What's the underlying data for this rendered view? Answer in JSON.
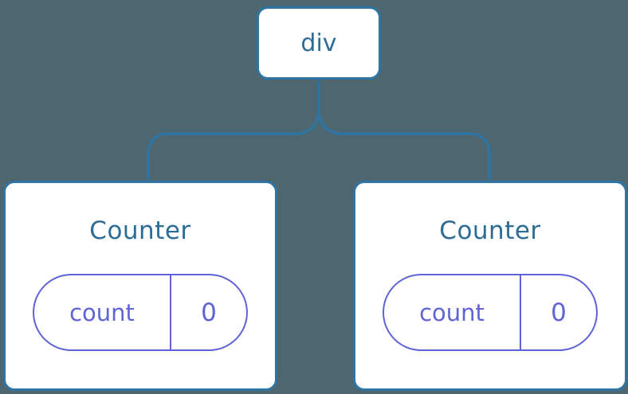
{
  "diagram": {
    "description": "component tree",
    "root": {
      "label": "div"
    },
    "children": [
      {
        "title": "Counter",
        "state": {
          "name": "count",
          "value": "0"
        }
      },
      {
        "title": "Counter",
        "state": {
          "name": "count",
          "value": "0"
        }
      }
    ],
    "colors": {
      "background": "#4D6670",
      "node_border": "#2E75A4",
      "node_fill": "#FFFFFF",
      "heading_text": "#2D6C94",
      "state_purple": "#5F63D6"
    }
  }
}
